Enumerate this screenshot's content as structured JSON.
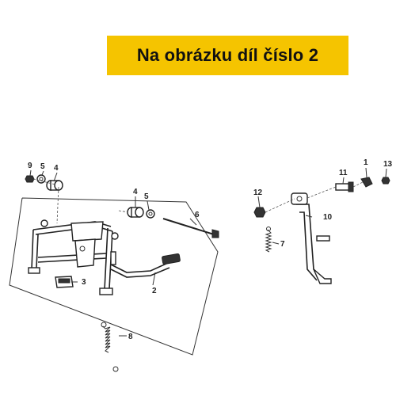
{
  "banner": {
    "text": "Na obrázku díl číslo 2",
    "color": "#f5c400"
  },
  "callouts": [
    "1",
    "2",
    "3",
    "4",
    "4",
    "5",
    "5",
    "6",
    "7",
    "8",
    "9",
    "10",
    "11",
    "12",
    "13"
  ]
}
